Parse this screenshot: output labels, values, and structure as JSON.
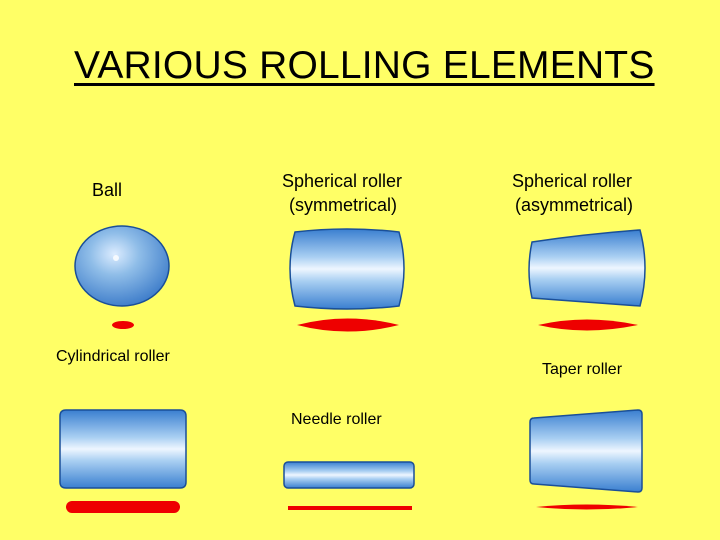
{
  "title": "VARIOUS ROLLING ELEMENTS",
  "elements": {
    "ball": {
      "label": "Ball"
    },
    "spherical_symmetrical": {
      "label_line1": "Spherical roller",
      "label_line2": "(symmetrical)"
    },
    "spherical_asymmetrical": {
      "label_line1": "Spherical roller",
      "label_line2": "(asymmetrical)"
    },
    "cylindrical": {
      "label": "Cylindrical roller"
    },
    "needle": {
      "label": "Needle roller"
    },
    "taper": {
      "label": "Taper roller"
    }
  },
  "colors": {
    "background": "#ffff66",
    "roller_dark": "#3a7fd0",
    "roller_light": "#e6f2ff",
    "contact": "#ee0000"
  }
}
